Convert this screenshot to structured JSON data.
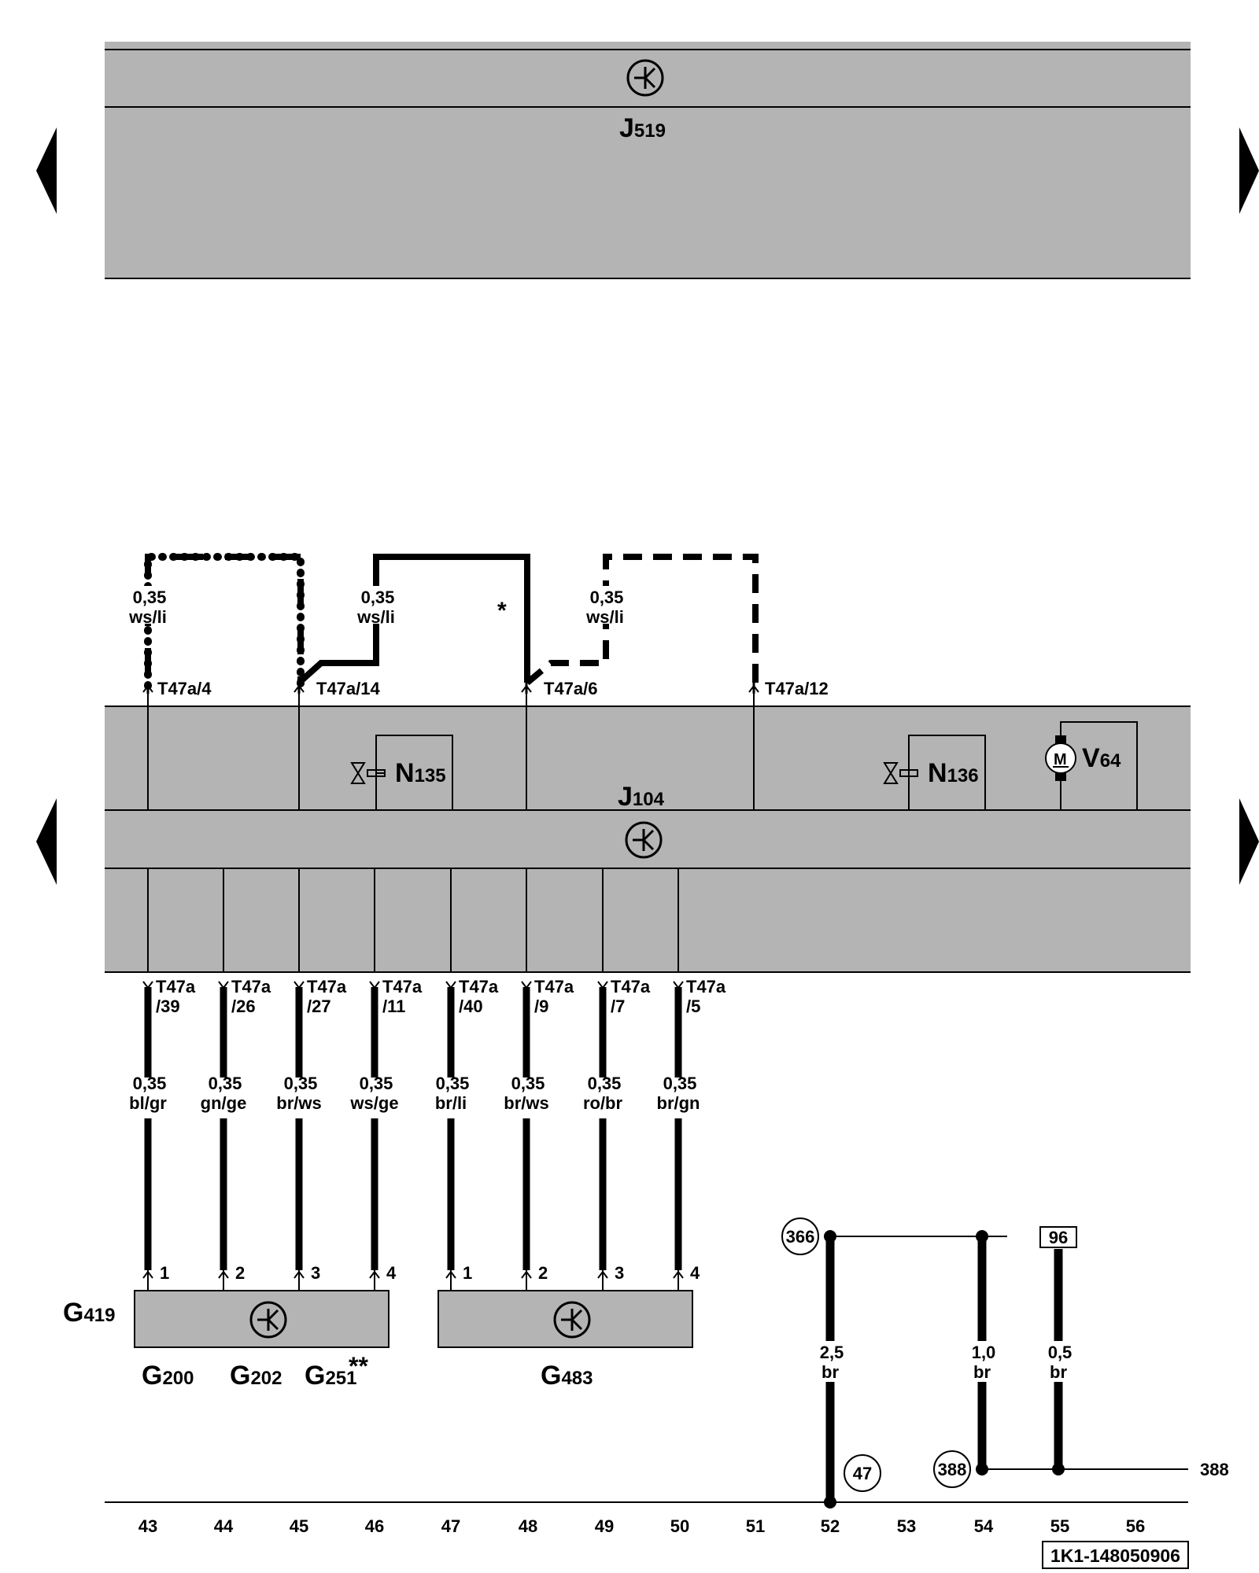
{
  "modules": {
    "J519": {
      "main": "J",
      "sub": "519"
    },
    "J104": {
      "main": "J",
      "sub": "104"
    },
    "N135": {
      "main": "N",
      "sub": "135"
    },
    "N136": {
      "main": "N",
      "sub": "136"
    },
    "V64": {
      "main": "V",
      "sub": "64"
    },
    "G419": {
      "main": "G",
      "sub": "419"
    },
    "G200": {
      "main": "G",
      "sub": "200"
    },
    "G202": {
      "main": "G",
      "sub": "202"
    },
    "G251": {
      "main": "G",
      "sub": "251",
      "mark": "**"
    },
    "G483": {
      "main": "G",
      "sub": "483"
    }
  },
  "top_wires": [
    {
      "size": "0,35",
      "color": "ws/li",
      "connector": "T47a/4"
    },
    {
      "size": "0,35",
      "color": "ws/li",
      "connector": "T47a/14"
    },
    {
      "size": "0,35",
      "color": "ws/li",
      "connector": "T47a/6"
    },
    {
      "size": "",
      "color": "",
      "connector": "T47a/12"
    }
  ],
  "star_note": "*",
  "bottom_wires": [
    {
      "pin_a": "T47a",
      "pin_b": "/39",
      "size": "0,35",
      "color": "bl/gr",
      "end_pin": "1"
    },
    {
      "pin_a": "T47a",
      "pin_b": "/26",
      "size": "0,35",
      "color": "gn/ge",
      "end_pin": "2"
    },
    {
      "pin_a": "T47a",
      "pin_b": "/27",
      "size": "0,35",
      "color": "br/ws",
      "end_pin": "3"
    },
    {
      "pin_a": "T47a",
      "pin_b": "/11",
      "size": "0,35",
      "color": "ws/ge",
      "end_pin": "4"
    },
    {
      "pin_a": "T47a",
      "pin_b": "/40",
      "size": "0,35",
      "color": "br/li",
      "end_pin": "1"
    },
    {
      "pin_a": "T47a",
      "pin_b": "/9",
      "size": "0,35",
      "color": "br/ws",
      "end_pin": "2"
    },
    {
      "pin_a": "T47a",
      "pin_b": "/7",
      "size": "0,35",
      "color": "ro/br",
      "end_pin": "3"
    },
    {
      "pin_a": "T47a",
      "pin_b": "/5",
      "size": "0,35",
      "color": "br/gn",
      "end_pin": "4"
    }
  ],
  "ground": {
    "node_366": "366",
    "node_96": "96",
    "node_47": "47",
    "node_388": "388",
    "ref_388": "388",
    "wires": [
      {
        "size": "2,5",
        "color": "br"
      },
      {
        "size": "1,0",
        "color": "br"
      },
      {
        "size": "0,5",
        "color": "br"
      }
    ]
  },
  "columns": [
    "43",
    "44",
    "45",
    "46",
    "47",
    "48",
    "49",
    "50",
    "51",
    "52",
    "53",
    "54",
    "55",
    "56"
  ],
  "doc_id": "1K1-148050906",
  "colors": {
    "module_fill": "#b4b4b4",
    "line": "#000000",
    "background": "#ffffff"
  }
}
